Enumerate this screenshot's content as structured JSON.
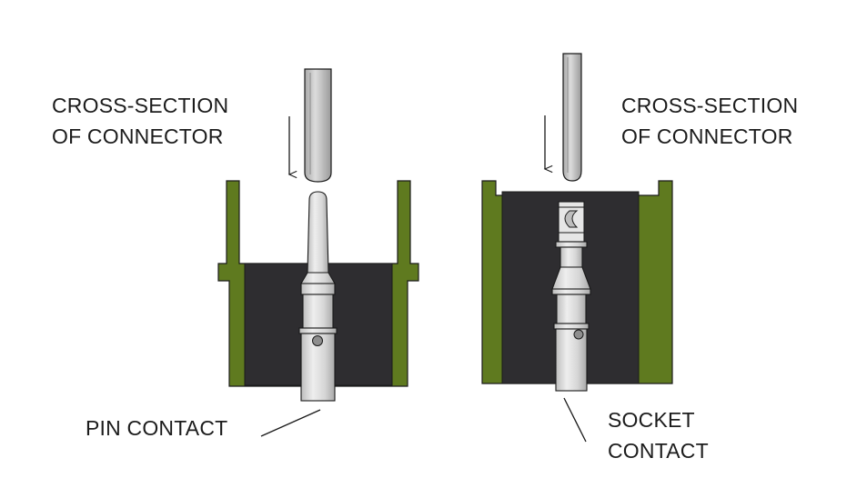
{
  "labels": {
    "left_cross_section_line1": "CROSS-SECTION",
    "left_cross_section_line2": "OF CONNECTOR",
    "right_cross_section_line1": "CROSS-SECTION",
    "right_cross_section_line2": "OF CONNECTOR",
    "pin_contact": "PIN CONTACT",
    "socket_contact_line1": "SOCKET",
    "socket_contact_line2": "CONTACT"
  },
  "colors": {
    "housing_green": "#5f7a1f",
    "insulator_dark": "#2e2d30",
    "contact_metal": "#d9d9d9",
    "outline": "#1a1a1a"
  }
}
